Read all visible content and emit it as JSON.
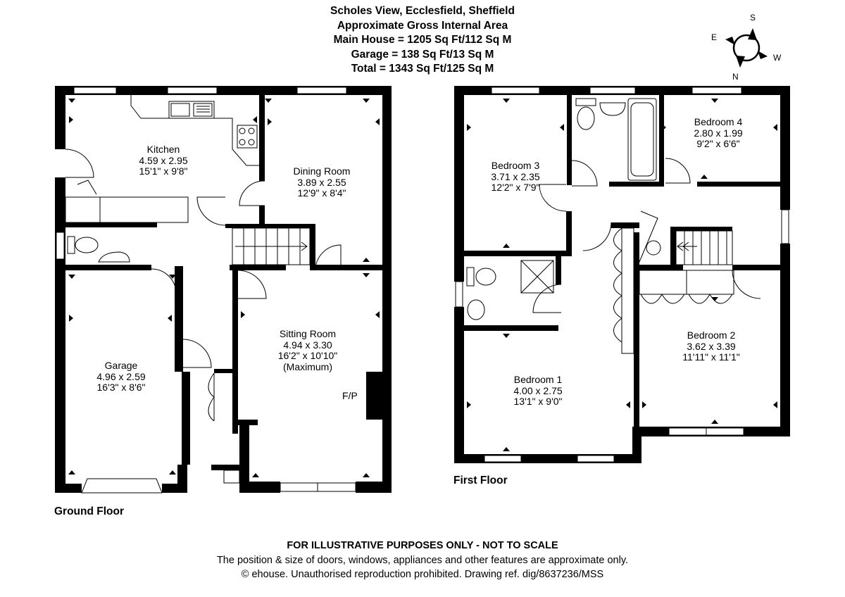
{
  "header": {
    "address": "Scholes View, Ecclesfield, Sheffield",
    "area_title": "Approximate Gross Internal Area",
    "main_house": "Main House = 1205 Sq Ft/112 Sq M",
    "garage": "Garage = 138 Sq Ft/13 Sq M",
    "total": "Total = 1343 Sq Ft/125 Sq M"
  },
  "compass": {
    "s": "S",
    "e": "E",
    "w": "W",
    "n": "N"
  },
  "ground_floor": {
    "label": "Ground Floor",
    "rooms": {
      "kitchen": {
        "name": "Kitchen",
        "metric": "4.59 x 2.95",
        "imperial": "15'1\" x 9'8\""
      },
      "dining": {
        "name": "Dining Room",
        "metric": "3.89 x 2.55",
        "imperial": "12'9\" x 8'4\""
      },
      "sitting": {
        "name": "Sitting Room",
        "metric": "4.94 x 3.30",
        "imperial": "16'2\" x 10'10\"",
        "note": "(Maximum)"
      },
      "garage": {
        "name": "Garage",
        "metric": "4.96 x 2.59",
        "imperial": "16'3\" x 8'6\""
      }
    },
    "fireplace": "F/P"
  },
  "first_floor": {
    "label": "First Floor",
    "rooms": {
      "bedroom3": {
        "name": "Bedroom 3",
        "metric": "3.71 x 2.35",
        "imperial": "12'2\" x 7'9\""
      },
      "bedroom4": {
        "name": "Bedroom 4",
        "metric": "2.80 x 1.99",
        "imperial": "9'2\" x 6'6\""
      },
      "bedroom1": {
        "name": "Bedroom 1",
        "metric": "4.00 x 2.75",
        "imperial": "13'1\" x 9'0\""
      },
      "bedroom2": {
        "name": "Bedroom 2",
        "metric": "3.62 x 3.39",
        "imperial": "11'11\" x 11'1\""
      }
    }
  },
  "footer": {
    "disclaimer": "FOR ILLUSTRATIVE PURPOSES ONLY - NOT TO SCALE",
    "note": "The position & size of doors, windows, appliances and other features are approximate only.",
    "copyright": "© ehouse. Unauthorised reproduction prohibited. Drawing ref. dig/8637236/MSS"
  }
}
